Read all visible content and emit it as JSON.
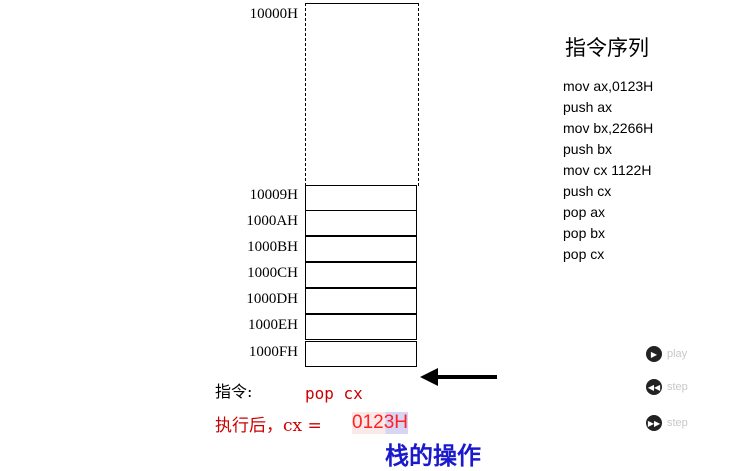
{
  "stack": {
    "top_address": "10000H",
    "addresses": [
      "10009H",
      "1000AH",
      "1000BH",
      "1000CH",
      "1000DH",
      "1000EH",
      "1000FH"
    ]
  },
  "instruction_sequence": {
    "title": "指令序列",
    "items": [
      "mov ax,0123H",
      "push ax",
      "mov bx,2266H",
      "push bx",
      "mov cx 1122H",
      "push cx",
      "pop ax",
      "pop bx",
      "pop cx"
    ]
  },
  "current": {
    "label": "指令:",
    "instruction": "pop cx",
    "result_label": "执行后，cx =",
    "result_value": "0123H"
  },
  "footer_title": "栈的操作",
  "controls": [
    {
      "icon": "play-icon",
      "label": "play"
    },
    {
      "icon": "step-back-icon",
      "label": "step"
    },
    {
      "icon": "step-forward-icon",
      "label": "step"
    }
  ]
}
